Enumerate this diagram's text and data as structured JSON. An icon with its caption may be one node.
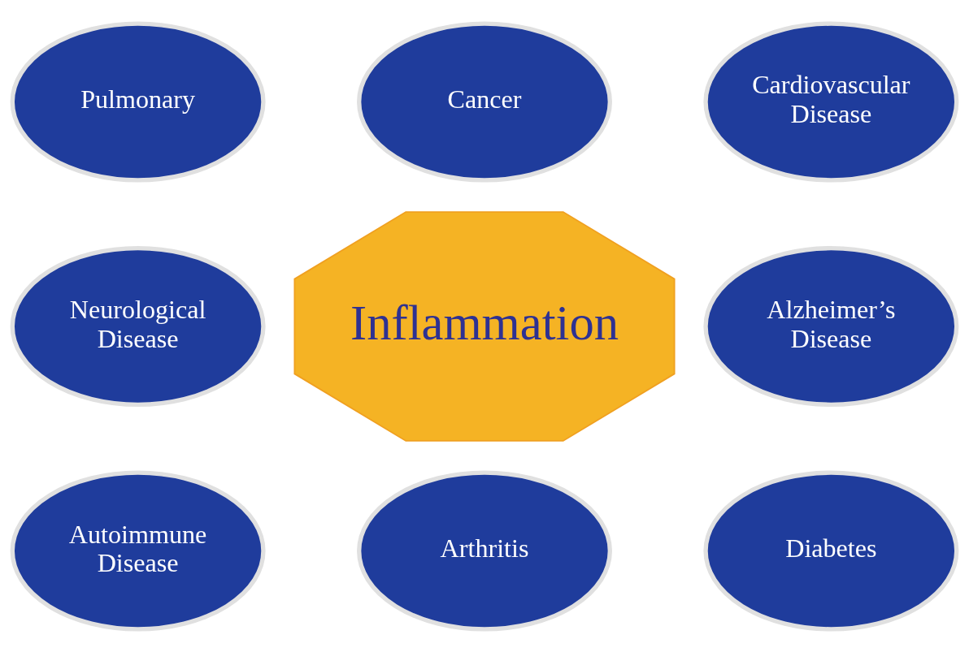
{
  "diagram": {
    "nodes": [
      {
        "text": [
          "Cancer"
        ]
      },
      {
        "text": [
          "Pulmonary"
        ]
      },
      {
        "text": [
          "Cardiovascular Disease"
        ]
      },
      {
        "text": [
          "Neurological Disease"
        ]
      },
      {
        "text": [
          "Inflammation"
        ]
      },
      {
        "text": [
          "Alzheimer’s Disease"
        ]
      },
      {
        "text": [
          "Autoimmune Disease"
        ]
      },
      {
        "text": [
          "Diabetes"
        ]
      },
      {
        "text": [
          "Arthritis"
        ]
      }
    ]
  }
}
